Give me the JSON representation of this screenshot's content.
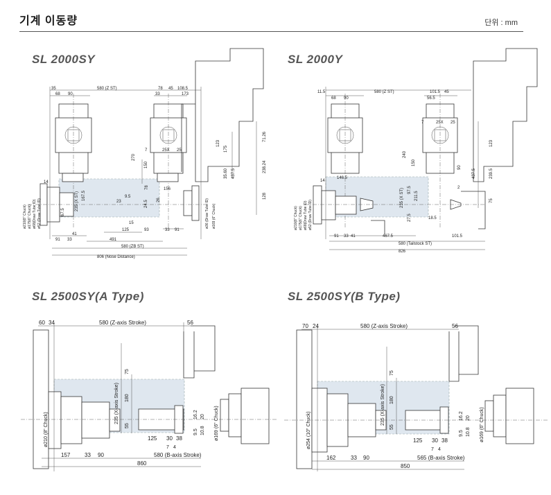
{
  "header": {
    "title": "기계 이동량",
    "unit": "단위 : mm"
  },
  "panels": [
    {
      "title": "SL 2000SY",
      "dims": {
        "d35": "35",
        "d68": "68",
        "d90": "90",
        "z_st": "580 (Z ST)",
        "d78": "78",
        "d45": "45",
        "d108": "108.5",
        "d33": "33",
        "d173": "173",
        "d270": "270",
        "d150": "150",
        "d7": "7",
        "d25x": "25X",
        "d25": "25",
        "d123": "123",
        "d175": "175",
        "d71_26": "71.26",
        "d238_24": "238.24",
        "d35_60": "35.60",
        "d437": "437.5",
        "d14": "14",
        "d156": "156",
        "d78b": "78",
        "d26": "26",
        "d128": "128",
        "d23": "23",
        "d9_5": "9.5",
        "d24_5": "24.5",
        "d167": "167.5",
        "d235x": "235 (X ST)",
        "d15": "15",
        "d125": "125",
        "d93": "93",
        "d67": "67.5",
        "d41": "41",
        "d91": "91",
        "d33b": "33",
        "d491": "491",
        "d33c": "33",
        "d91b": "91",
        "zb_st": "580 (ZB ST)",
        "nose": "806 (Nose Distance)",
        "chuck1": "ø210(8\" Chuck)",
        "chuck2": "ø175(6\" Chuck)",
        "tube1": "ø68(Draw Tube ID)",
        "tube2": "ø52 (Draw Tube ID)",
        "tube3": "ø36 (Draw Tube ID)",
        "chuck3": "ø169 (6\" Chuck)"
      }
    },
    {
      "title": "SL 2000Y",
      "dims": {
        "d11": "11.5",
        "d68": "68",
        "d90": "90",
        "z_st": "580 (Z ST)",
        "d101": "101.5",
        "d45": "45",
        "d56": "56.5",
        "d7": "7",
        "d25x": "25X",
        "d25": "25",
        "d240": "240",
        "d150": "150",
        "d123": "123",
        "d90b": "90",
        "d437": "437.5",
        "d239": "239.5",
        "d14": "14",
        "d146": "146.5",
        "d235": "235 (X ST)",
        "d97": "97.5",
        "d211": "211.5",
        "d2": "2",
        "d75": "75",
        "d27": "27.5",
        "d18": "18.5",
        "d91": "91",
        "d33": "33",
        "d41": "41",
        "d467": "467.5",
        "d101b": "101.5",
        "tail": "580 (Tailstock ST)",
        "d826": "826",
        "chuck1": "ø210(8\" Chuck)",
        "chuck2": "ø175(6\" Chuck)",
        "tube1": "ø68(Draw Tube ID)",
        "tube2": "ø52 (Draw Tube ID)"
      }
    },
    {
      "title": "SL 2500SY(A Type)",
      "dims": {
        "d60": "60",
        "d34": "34",
        "z": "580 (Z-axis Stroke)",
        "d56": "56",
        "d75": "75",
        "x": "235 (X-axis Stroke)",
        "d180": "180",
        "d55": "55",
        "d16": "16.2",
        "d20": "20",
        "d9": "9.5",
        "d10": "10.8",
        "d125": "125",
        "d30": "30",
        "d38": "38",
        "d7": "7",
        "d4": "4",
        "d157": "157",
        "d33": "33",
        "d90": "90",
        "b": "580 (B-axis Stroke)",
        "d860": "860",
        "chuck1": "ø210 (8\" Chuck)",
        "chuck2": "ø169 (6\" Chuck)"
      }
    },
    {
      "title": "SL 2500SY(B Type)",
      "dims": {
        "d70": "70",
        "d24": "24",
        "z": "580 (Z-axis Stroke)",
        "d56": "56",
        "d75": "75",
        "x": "235 (X-axis Stroke)",
        "d180": "180",
        "d55": "55",
        "d16": "16.2",
        "d20": "20",
        "d9": "9.5",
        "d10": "10.8",
        "d125": "125",
        "d30": "30",
        "d38": "38",
        "d7": "7",
        "d4": "4",
        "d162": "162",
        "d33": "33",
        "d90": "90",
        "b": "565 (B-axis Stroke)",
        "d850": "850",
        "chuck1": "ø254 (10\" Chuck)",
        "chuck2": "ø169 (6\" Chuck)"
      }
    }
  ]
}
